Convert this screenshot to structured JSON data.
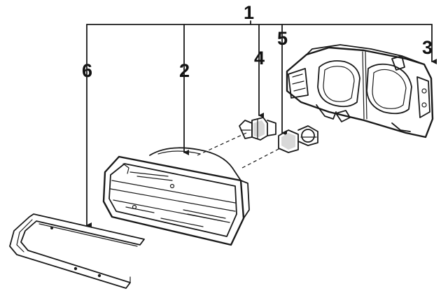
{
  "callouts": {
    "c1": "1",
    "c2": "2",
    "c3": "3",
    "c4": "4",
    "c5": "5",
    "c6": "6"
  },
  "parts": [
    {
      "id": "headlamp-lens",
      "callout": "2"
    },
    {
      "id": "headlamp-housing",
      "callout": "3"
    },
    {
      "id": "high-beam-bulb",
      "callout": "4"
    },
    {
      "id": "low-beam-bulb",
      "callout": "5"
    },
    {
      "id": "trim-gasket",
      "callout": "6"
    }
  ],
  "colors": {
    "ink": "#1a1a1a",
    "background": "#ffffff"
  }
}
